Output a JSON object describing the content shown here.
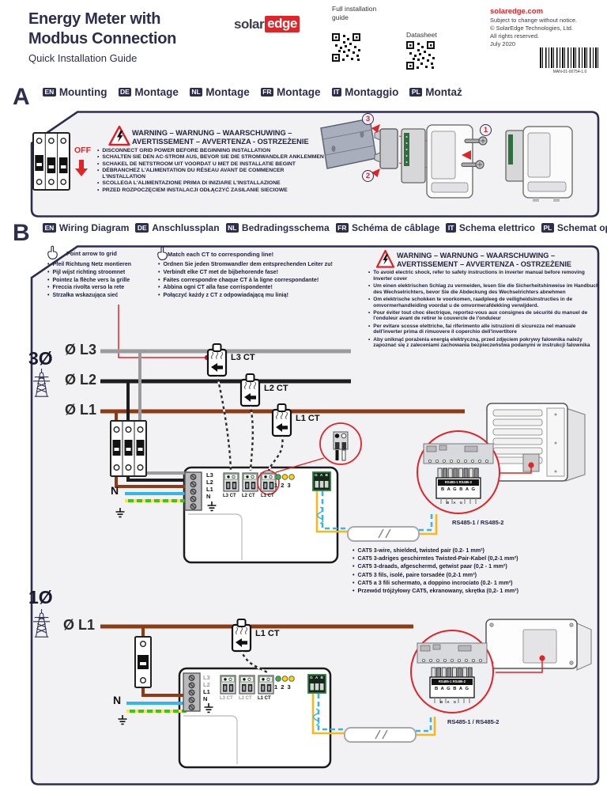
{
  "header": {
    "title1": "Energy Meter with",
    "title2": "Modbus Connection",
    "subtitle": "Quick Installation Guide",
    "logo_solar": "solar",
    "logo_edge": "edge",
    "qr_full_caption": "Full installation guide",
    "qr_datasheet_caption": "Datasheet",
    "website": "solaredge.com",
    "legal1": "Subject to change without notice.",
    "legal2": "© SolarEdge Technologies, Ltd.",
    "legal3": "All rights reserved.",
    "legal4": "July 2020",
    "barcode_text": "MAN-01-00754-1.0"
  },
  "section_a": {
    "letter": "A",
    "languages": [
      {
        "code": "EN",
        "label": "Mounting"
      },
      {
        "code": "DE",
        "label": "Montage"
      },
      {
        "code": "NL",
        "label": "Montage"
      },
      {
        "code": "FR",
        "label": "Montage"
      },
      {
        "code": "IT",
        "label": "Montaggio"
      },
      {
        "code": "PL",
        "label": "Montaż"
      }
    ],
    "off_label": "OFF",
    "warning_title1": "WARNING – WARNUNG – WAARSCHUWING –",
    "warning_title2": "AVERTISSEMENT – AVVERTENZA - OSTRZEŻENIE",
    "warnings": [
      "DISCONNECT GRID POWER BEFORE BEGINNING INSTALLATION",
      "SCHALTEN SIE DEN AC-STROM AUS, BEVOR SIE DIE STROMWANDLER ANKLEMMEN",
      "SCHAKEL DE NETSTROOM UIT VOORDAT U MET DE INSTALLATIE BEGINT",
      "DÉBRANCHEZ L'ALIMENTATION DU RÉSEAU AVANT DE COMMENCER L'INSTALLATION",
      "SCOLLEGA L'ALIMENTAZIONE PRIMA DI INIZIARE L'INSTALLAZIONE",
      "PRZED ROZPOCZĘCIEM INSTALACJI ODŁĄCZYĆ ZASILANIE SIECIOWE"
    ],
    "steps": {
      "s1": "1",
      "s2": "2",
      "s3": "3"
    }
  },
  "section_b": {
    "letter": "B",
    "languages": [
      {
        "code": "EN",
        "label": "Wiring Diagram"
      },
      {
        "code": "DE",
        "label": "Anschlussplan"
      },
      {
        "code": "NL",
        "label": "Bedradingsschema"
      },
      {
        "code": "FR",
        "label": "Schéma de câblage"
      },
      {
        "code": "IT",
        "label": "Schema elettrico"
      },
      {
        "code": "PL",
        "label": "Schemat oprzewodowania"
      }
    ],
    "note_arrow": {
      "title": "Point arrow to grid",
      "items": [
        "Pfeil Richtung Netz montieren",
        "Pijl wijst richting stroomnet",
        "Pointez la flèche vers la grille",
        "Freccia rivolta verso la rete",
        "Strzałka wskazująca sieć"
      ]
    },
    "note_match": {
      "title": "Match each CT to corresponding line!",
      "items": [
        "Ordnen Sie jeden Stromwandler dem entsprechenden Leiter zu!",
        "Verbindt elke CT met de bijbehorende fase!",
        "Faites correspondre chaque CT à la ligne correspondante!",
        "Abbina ogni CT alla fase corrispondente!",
        "Połączyć każdy z CT z odpowiadającą mu linią!"
      ]
    },
    "warning": {
      "title1": "WARNING – WARNUNG – WAARSCHUWING –",
      "title2": "AVERTISSEMENT – AVVERTENZA - OSTRZEŻENIE",
      "items": [
        "To avoid electric shock, refer to safety instructions in inverter manual before removing Inverter cover",
        "Um einen elektrischen Schlag zu vermeiden, lesen Sie die Sicherheitshinweise im Handbuch des Wechselrichters, bevor Sie die Abdeckung des Wechselrichters abnehmen",
        "Om elektrische schokken te voorkomen, raadpleeg de veiligheidsinstructies in de omvormerhandleiding voordat u de omvormerafdekking verwijderd.",
        "Pour éviter tout choc électrique, reportez-vous aux consignes de sécurité du manuel de l'onduleur avant de retirer le couvercle de l'onduleur",
        "Per evitare scosse elettriche, fai riferimento alle istruzioni di sicurezza nel manuale dell'inverter prima di rimuovere il coperchio dell'invertitore",
        "Aby uniknąć porażenia energią elektryczną, przed zdjęciem pokrywy falownika należy zapoznać się z zaleceniami zachowania bezpieczeństwa podanymi w instrukcji falownika"
      ]
    },
    "cat5_items": [
      "CAT5 3-wire, shielded, twisted pair (0.2- 1 mm²)",
      "CAT5 3-adriges geschirmtes Twisted-Pair-Kabel (0,2-1 mm²)",
      "CAT5 3-draads, afgeschermd, getwist paar (0,2 - 1 mm²)",
      "CAT5 3 fils, isolé, paire torsadée (0,2-1 mm²)",
      "CAT5 a 3 fili schermato, a doppino incrociato (0.2- 1 mm²)",
      "Przewód trójżyłowy CAT5, ekranowany, skrętka (0,2- 1 mm²)"
    ],
    "d3": {
      "phase": "3Ø",
      "l3": "Ø L3",
      "l2": "Ø L2",
      "l1": "Ø L1",
      "l3ct": "L3 CT",
      "l2ct": "L2 CT",
      "l1ct": "L1 CT",
      "n": "N",
      "t_l3": "L3",
      "t_l2": "L2",
      "t_l1": "L1",
      "t_n": "N",
      "tct1": "L3 CT",
      "tct2": "L2 CT",
      "tct3": "L1 CT",
      "leds": "1 2 3",
      "gab": "G A B",
      "rs_top": "RS485-1 RS485-2",
      "rs_pins": "B A G  B A G",
      "bag": "B A G",
      "caption": "RS485-1 / RS485-2"
    },
    "d1": {
      "phase": "1Ø",
      "l1": "Ø L1",
      "l1ct": "L1 CT",
      "n": "N",
      "t_l3": "L3",
      "t_l2": "L2",
      "t_l1": "L1",
      "t_n": "N",
      "tct1": "L3 CT",
      "tct2": "L2 CT",
      "tct3": "L1 CT",
      "leds": "1 2 3",
      "gab": "G A B",
      "rs_top": "RS485-1 RS485-2",
      "rs_pins": "B A G  B A G",
      "bag": "B A G",
      "caption": "RS485-1 / RS485-2"
    }
  }
}
